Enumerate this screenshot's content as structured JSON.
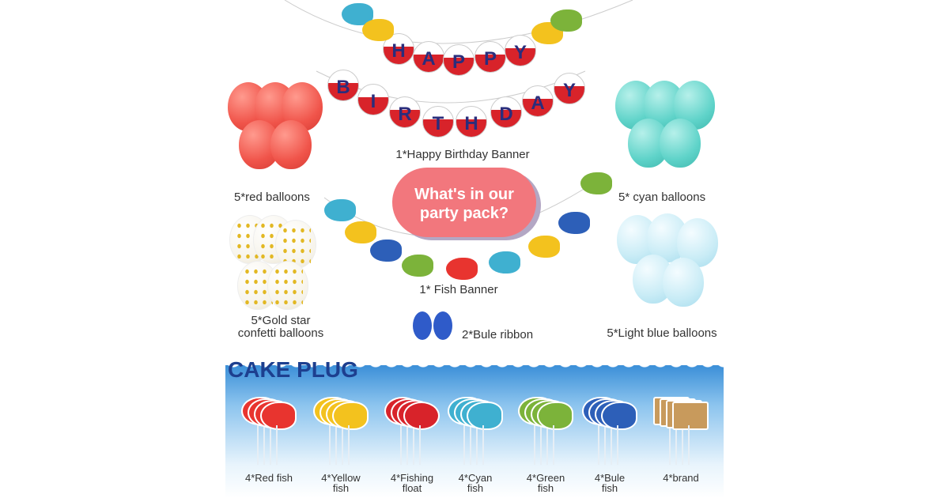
{
  "banner": {
    "happy": [
      "H",
      "A",
      "P",
      "P",
      "Y"
    ],
    "birthday": [
      "B",
      "I",
      "R",
      "T",
      "H",
      "D",
      "A",
      "Y"
    ]
  },
  "labels": {
    "happy_birthday_banner": "1*Happy Birthday Banner",
    "red_balloons": "5*red balloons",
    "cyan_balloons": "5* cyan balloons",
    "gold_line1": "5*Gold  star",
    "gold_line2": "confetti balloons",
    "fish_banner": "1* Fish Banner",
    "ribbon": "2*Bule ribbon",
    "light_blue_balloons": "5*Light blue balloons"
  },
  "cloud": {
    "line1": "What's in our",
    "line2": "party pack?"
  },
  "cake_plug": {
    "title": "CAKE PLUG",
    "items": [
      {
        "line1": "4*Red fish",
        "line2": "",
        "color": "#e8342f"
      },
      {
        "line1": "4*Yellow",
        "line2": "fish",
        "color": "#f3c21e"
      },
      {
        "line1": "4*Fishing",
        "line2": "float",
        "color": "#d8232a"
      },
      {
        "line1": "4*Cyan",
        "line2": "fish",
        "color": "#3fb0d0"
      },
      {
        "line1": "4*Green",
        "line2": "fish",
        "color": "#7cb33a"
      },
      {
        "line1": "4*Bule",
        "line2": "fish",
        "color": "#2d5fb8"
      },
      {
        "line1": "4*brand",
        "line2": "",
        "color": "#c89a5c"
      }
    ]
  }
}
